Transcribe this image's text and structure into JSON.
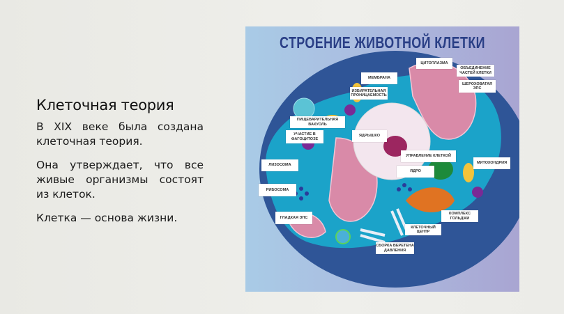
{
  "slide": {
    "title": "Клеточная теория",
    "paragraphs": [
      "В XIX веке была создана клеточная теория.",
      "Она утверждает, что все живые организмы состоят из клеток.",
      "Клетка — основа жизни."
    ]
  },
  "figure": {
    "title": "СТРОЕНИЕ ЖИВОТНОЙ КЛЕТКИ",
    "labels": {
      "cytoplasm": "ЦИТОПЛАЗМА",
      "union": "ОБЪЕДИНЕНИЕ ЧАСТЕЙ КЛЕТКИ",
      "rough_er": "ШЕРОХОВАТАЯ ЭПС",
      "membrane": "МЕМБРАНА",
      "permeability": "ИЗБИРАТЕЛЬНАЯ ПРОНИЦАЕМОСТЬ",
      "vacuole": "ПИЩЕВАРИТЕЛЬНАЯ ВАКУОЛЬ",
      "phagocytosis": "УЧАСТИЕ В ФАГОЦИТОЗЕ",
      "nucleolus": "ЯДРЫШКО",
      "control": "УПРАВЛЕНИЕ КЛЕТКОЙ",
      "nucleus": "ЯДРО",
      "mitochondria": "МИТОХОНДРИЯ",
      "lysosome": "ЛИЗОСОМА",
      "ribosome": "РИБОСОМА",
      "smooth_er": "ГЛАДКАЯ ЭПС",
      "golgi": "КОМПЛЕКС ГОЛЬДЖИ",
      "centrosome": "КЛЕТОЧНЫЙ ЦЕНТР",
      "spindle": "СБОРКА ВЕРЕТЕНА ДАВЛЕНИЯ"
    }
  }
}
